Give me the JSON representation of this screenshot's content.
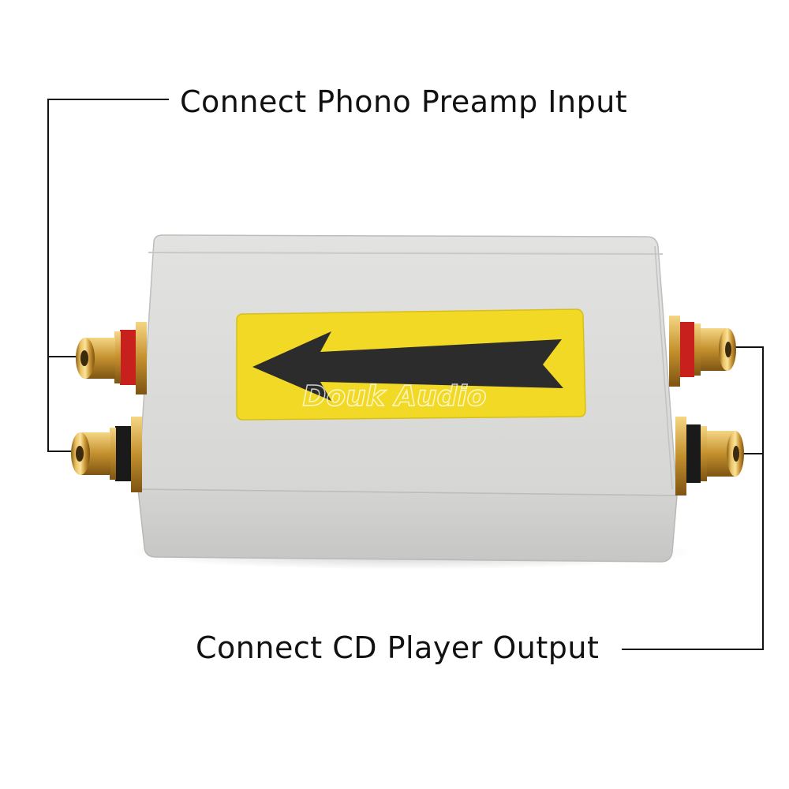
{
  "callouts": {
    "top_label": "Connect Phono Preamp Input",
    "bottom_label": "Connect CD Player Output"
  },
  "watermark": {
    "text": "Douk Audio"
  },
  "colors": {
    "enclosure": "#d9d9d7",
    "enclosure_top": "#dcdcda",
    "sticker": "#f2d925",
    "arrow": "#2c2c2c",
    "gold": "#c9962e",
    "red_ring": "#c8201c",
    "black_ring": "#1a1a1a",
    "leader_line": "#111111"
  }
}
